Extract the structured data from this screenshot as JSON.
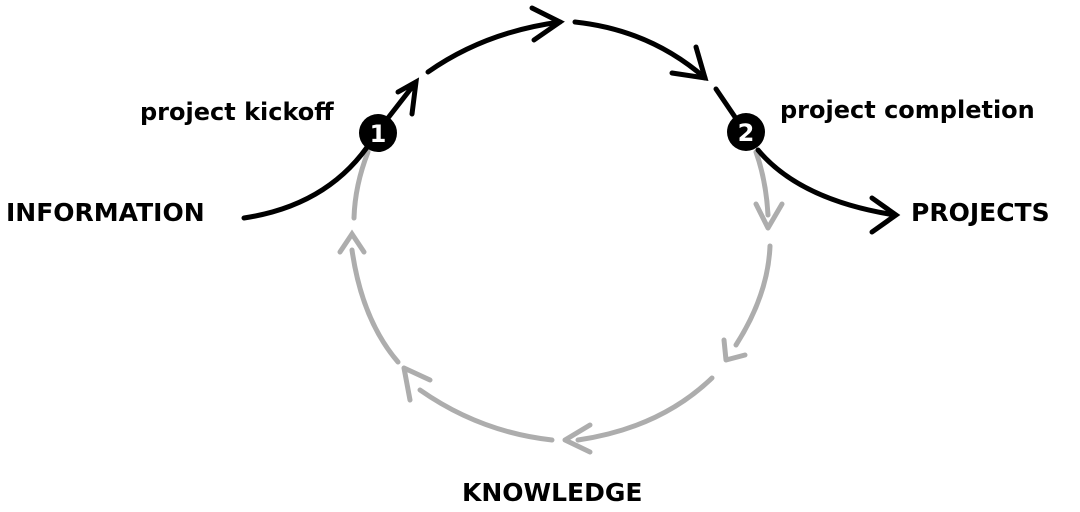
{
  "labels": {
    "information": "INFORMATION",
    "projects": "PROJECTS",
    "knowledge": "KNOWLEDGE",
    "kickoff": "project kickoff",
    "completion": "project completion"
  },
  "markers": [
    "1",
    "2"
  ],
  "colors": {
    "primary": "#000000",
    "cycle": "#adadad"
  }
}
